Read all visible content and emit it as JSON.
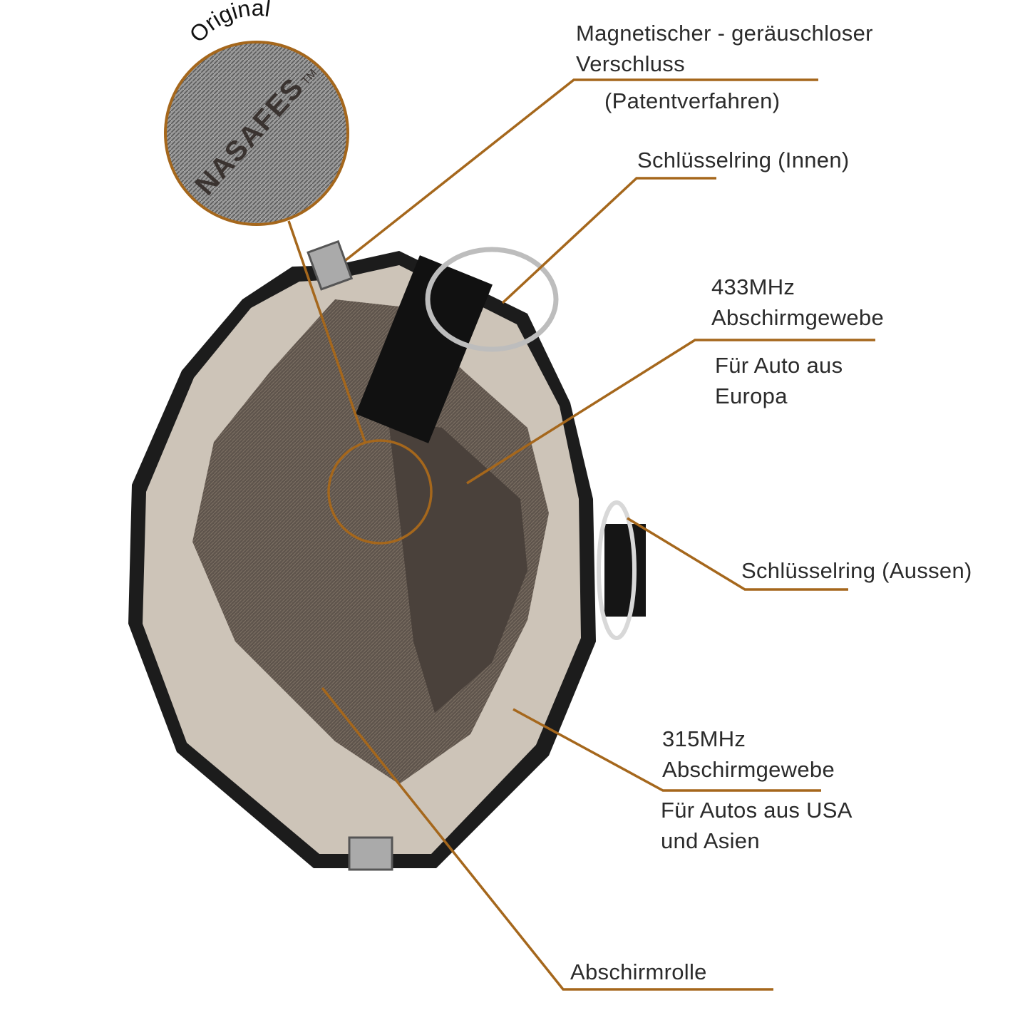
{
  "badge": {
    "original": "Original",
    "brand": "NASAFES",
    "tm": "TM"
  },
  "labels": {
    "magnet_line1": "Magnetischer - geräuschloser",
    "magnet_line2": "Verschluss",
    "magnet_line3": "(Patentverfahren)",
    "keyring_inner": "Schlüsselring (Innen)",
    "fabric433_line1": "433MHz",
    "fabric433_line2": "Abschirmgewebe",
    "fabric433_line3": "Für Auto aus",
    "fabric433_line4": "Europa",
    "keyring_outer": "Schlüsselring (Aussen)",
    "fabric315_line1": "315MHz",
    "fabric315_line2": "Abschirmgewebe",
    "fabric315_line3": "Für Autos aus USA",
    "fabric315_line4": "und Asien",
    "roll": "Abschirmrolle"
  },
  "colors": {
    "leader": "#a5671c",
    "text": "#2b2b2b"
  }
}
